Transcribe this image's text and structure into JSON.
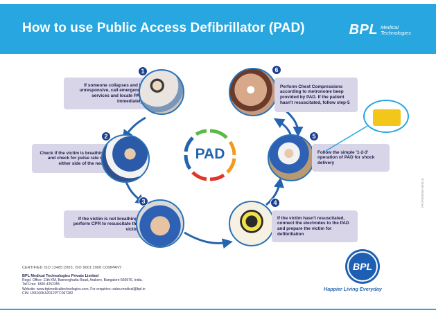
{
  "header": {
    "title": "How to use Public Access Defibrillator (PAD)",
    "brand_main": "BPL",
    "brand_sub_line1": "Medical",
    "brand_sub_line2": "Technologies"
  },
  "center_label": "PAD",
  "steps": [
    {
      "number": "1",
      "text": "If someone collapses and is unresponsive, call emergency services and locate PAD immediately"
    },
    {
      "number": "2",
      "text": "Check if the victim is breathing and check for pulse rate on either side of the neck"
    },
    {
      "number": "3",
      "text": "If the victim is not breathing, perform CPR to resuscitate the victim"
    },
    {
      "number": "4",
      "text": "If the victim hasn't resuscitated, connect the electrodes to the PAD and prepare the victim for defibrillation"
    },
    {
      "number": "5",
      "text": "Follow the simple '1-2-3' operation of PAD for shock delivery"
    },
    {
      "number": "6",
      "text": "Perform Chest Compressions according to metronome beep provided by PAD. If the patient hasn't resuscitated, follow step-5"
    }
  ],
  "side_code": "PADF05000A-0/0516",
  "footer": {
    "certification": "CERTIFIED ISO 13485:2003, ISO 9001:2008 COMPANY",
    "company": "BPL Medical Technologies Private Limited",
    "office": "Regd. Office: 11th KM, Bannerghatta Road, Arakere, Bangalore-560076, India.",
    "tollfree": "Toll Free: 1800-4252355",
    "website": "Website: www.bplmedicaltechnologies.com, For enquiries: sales.medical@bpl.in",
    "cin": "CIN: U33100KA2012PTC067282",
    "logo_text": "BPL",
    "tagline": "Happier Living Everyday"
  },
  "colors": {
    "header_blue": "#27a6df",
    "step_box": "#d8d5e8",
    "arrow_blue": "#2463ae",
    "ring_green": "#5bb947",
    "ring_orange": "#f39a1e",
    "ring_red": "#e0342c",
    "ring_blue": "#2463ae"
  }
}
